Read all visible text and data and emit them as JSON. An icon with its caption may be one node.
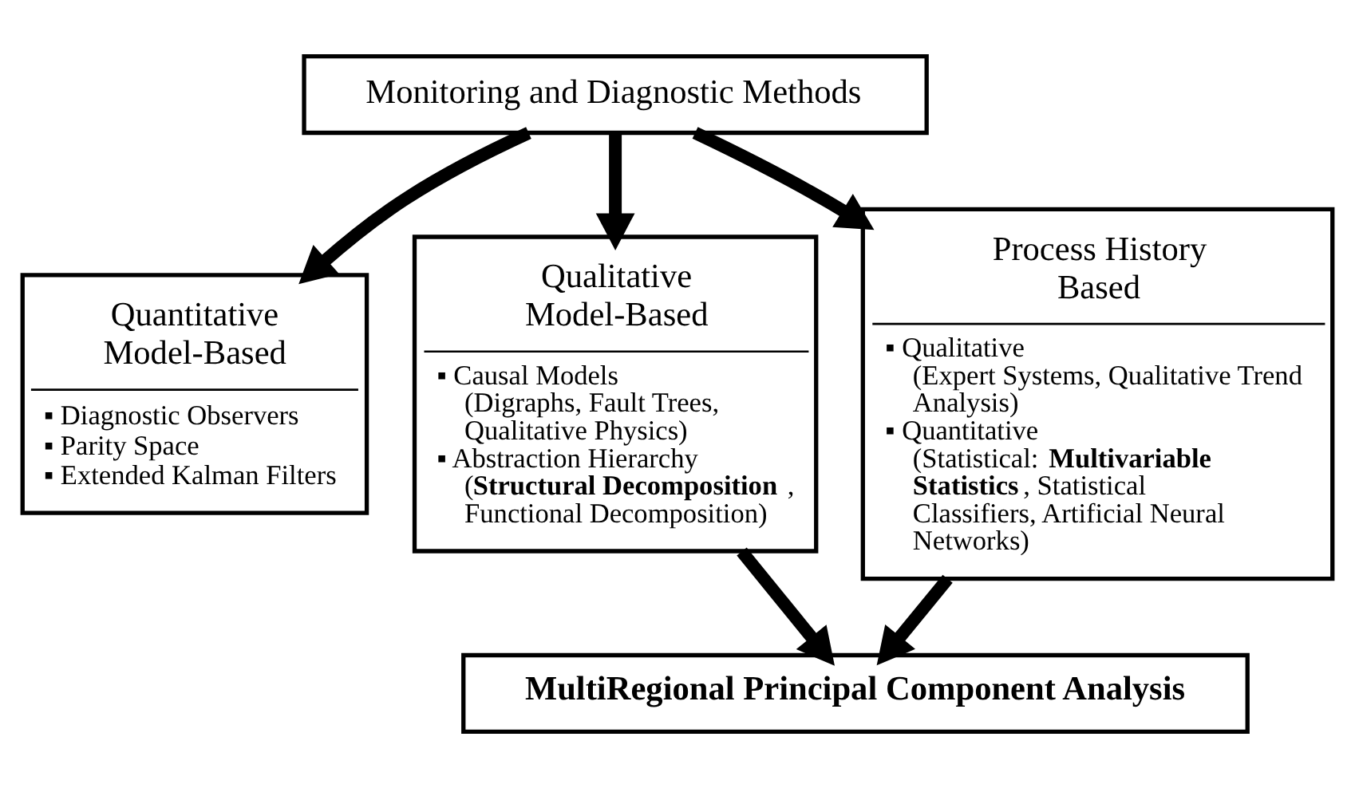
{
  "diagram": {
    "nodes": [
      {
        "text": [
          "Monitoring and Diagnostic Methods"
        ]
      },
      {
        "text": [
          "Quantitative Model-Based",
          "▪ Diagnostic Observers",
          "▪ Parity Space",
          "▪ Extended Kalman Filters"
        ]
      },
      {
        "text": [
          "Qualitative Model-Based",
          "▪ Causal Models",
          "(Digraphs, Fault Trees, Qualitative Physics)",
          "▪ Abstraction Hierarchy",
          "(**Structural Decomposition**, Functional Decomposition)"
        ]
      },
      {
        "text": [
          "Process History Based",
          "▪ Qualitative",
          "(Expert Systems, Qualitative Trend Analysis)",
          "▪ Quantitative",
          "(Statistical: **Multivariable Statistics**, Statistical Classifiers, Artificial Neural Networks)"
        ]
      },
      {
        "text": [
          "MultiRegional Principal Component Analysis"
        ]
      }
    ],
    "edges": [
      {
        "from": 0,
        "to": 1,
        "arrow": "to"
      },
      {
        "from": 0,
        "to": 2,
        "arrow": "to"
      },
      {
        "from": 0,
        "to": 3,
        "arrow": "to"
      },
      {
        "from": 2,
        "to": 4,
        "arrow": "to"
      },
      {
        "from": 3,
        "to": 4,
        "arrow": "to"
      }
    ]
  }
}
